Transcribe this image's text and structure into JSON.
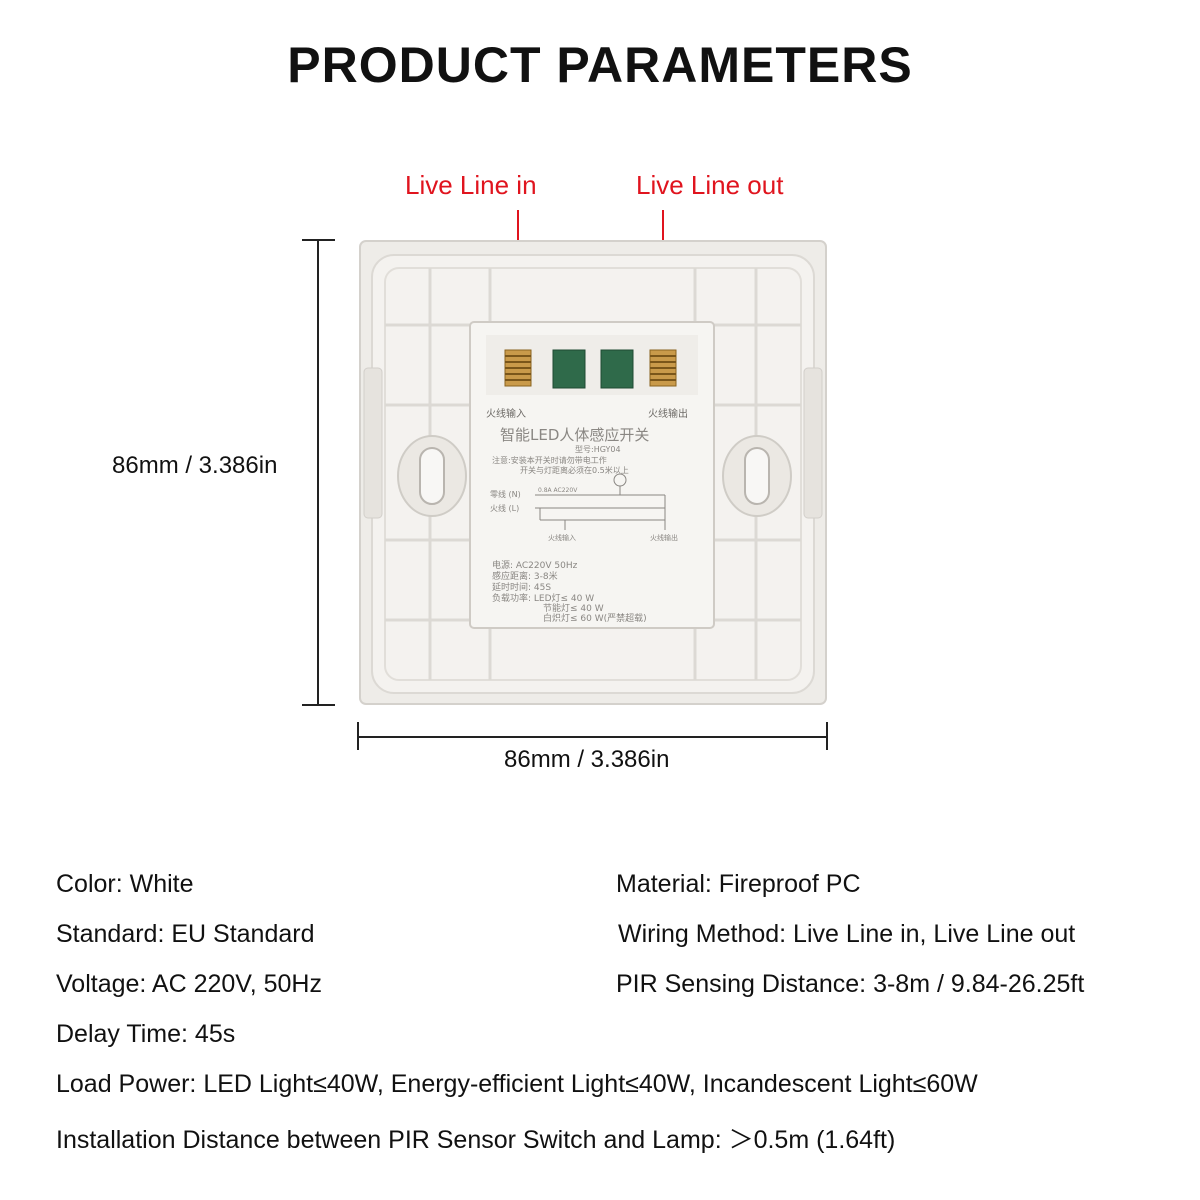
{
  "title": "PRODUCT PARAMETERS",
  "callouts": {
    "live_in": "Live Line in",
    "live_out": "Live Line out"
  },
  "dimensions": {
    "height": "86mm / 3.386in",
    "width": "86mm / 3.386in"
  },
  "label_plate": {
    "terminal_in": "火线输入",
    "terminal_out": "火线输出",
    "product_name": "智能LED人体感应开关",
    "model": "型号:HGY04",
    "note_line1": "注意:安装本开关时请勿带电工作",
    "note_line2": "开关与灯距离必须在0.5米以上",
    "neutral": "零线 (N)",
    "live": "火线 (L)",
    "rating": "0.8A AC220V",
    "wire_in": "火线输入",
    "wire_out": "火线输出",
    "spec_power": "电源: AC220V 50Hz",
    "spec_distance": "感应距离: 3-8米",
    "spec_delay": "延时时间: 45S",
    "spec_load": "负载功率: LED灯≤ 40 W",
    "spec_load2": "节能灯≤ 40 W",
    "spec_load3": "白炽灯≤ 60 W(严禁超载)"
  },
  "colors": {
    "callout": "#e0141e",
    "plate": "#f1efec",
    "terminal": "#c99a4a",
    "led_window": "#2f6a4a"
  },
  "specs": {
    "color": "Color: White",
    "material": "Material: Fireproof PC",
    "standard": "Standard: EU Standard",
    "wiring": "Wiring Method: Live Line in, Live Line out",
    "voltage": "Voltage: AC 220V, 50Hz",
    "pir": "PIR Sensing Distance: 3-8m / 9.84-26.25ft",
    "delay": "Delay Time: 45s",
    "load": "Load Power: LED Light≤40W, Energy-efficient Light≤40W, Incandescent Light≤60W",
    "install": "Installation Distance between PIR Sensor Switch and Lamp: ＞0.5m (1.64ft)"
  }
}
